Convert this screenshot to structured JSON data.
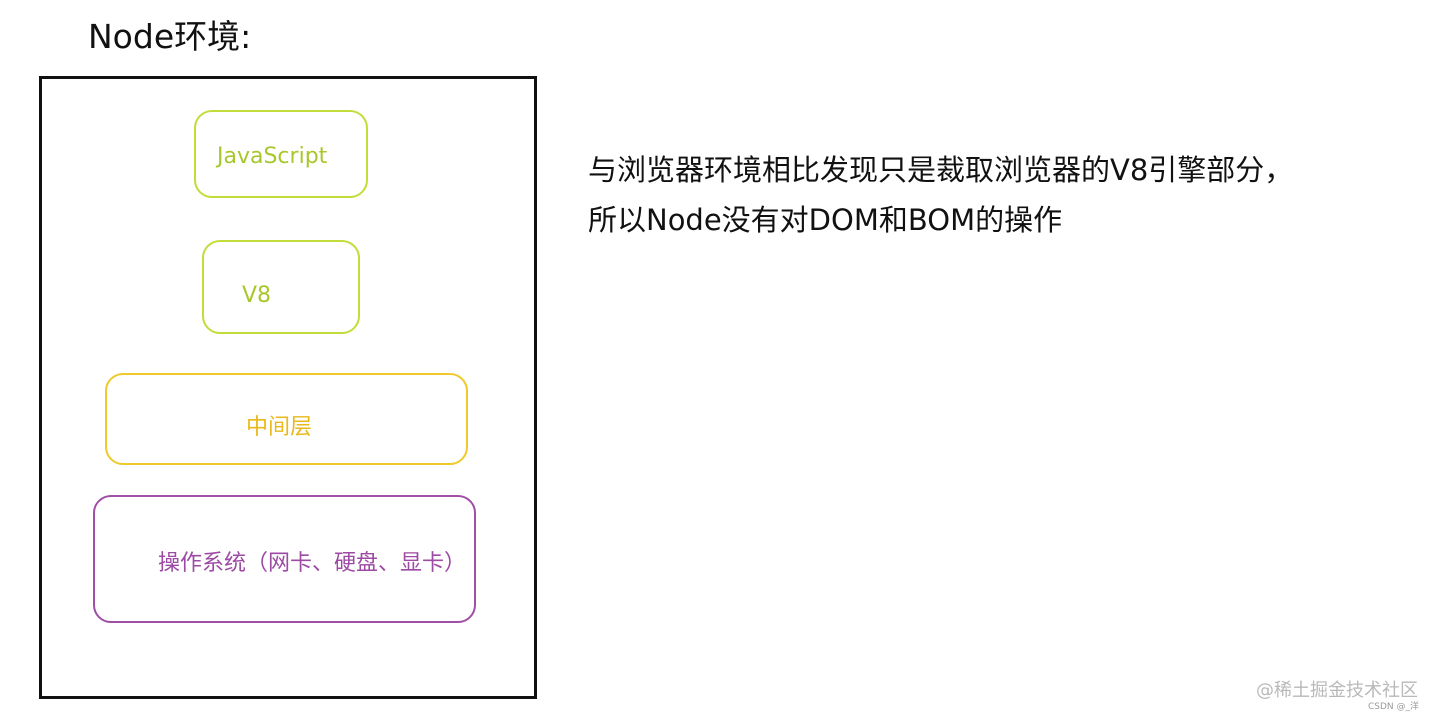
{
  "title": "Node环境:",
  "diagram": {
    "layers": [
      {
        "label": "JavaScript",
        "color": "#c3dc3a"
      },
      {
        "label": "V8",
        "color": "#c3dc3a"
      },
      {
        "label": "中间层",
        "color": "#f0c92a"
      },
      {
        "label": "操作系统（网卡、硬盘、显卡）",
        "color": "#a04fa6"
      }
    ]
  },
  "description": {
    "line1": "与浏览器环境相比发现只是裁取浏览器的V8引擎部分，",
    "line2": "所以Node没有对DOM和BOM的操作"
  },
  "watermark": {
    "text": "@稀土掘金技术社区",
    "csdn": "CSDN @_洋"
  }
}
